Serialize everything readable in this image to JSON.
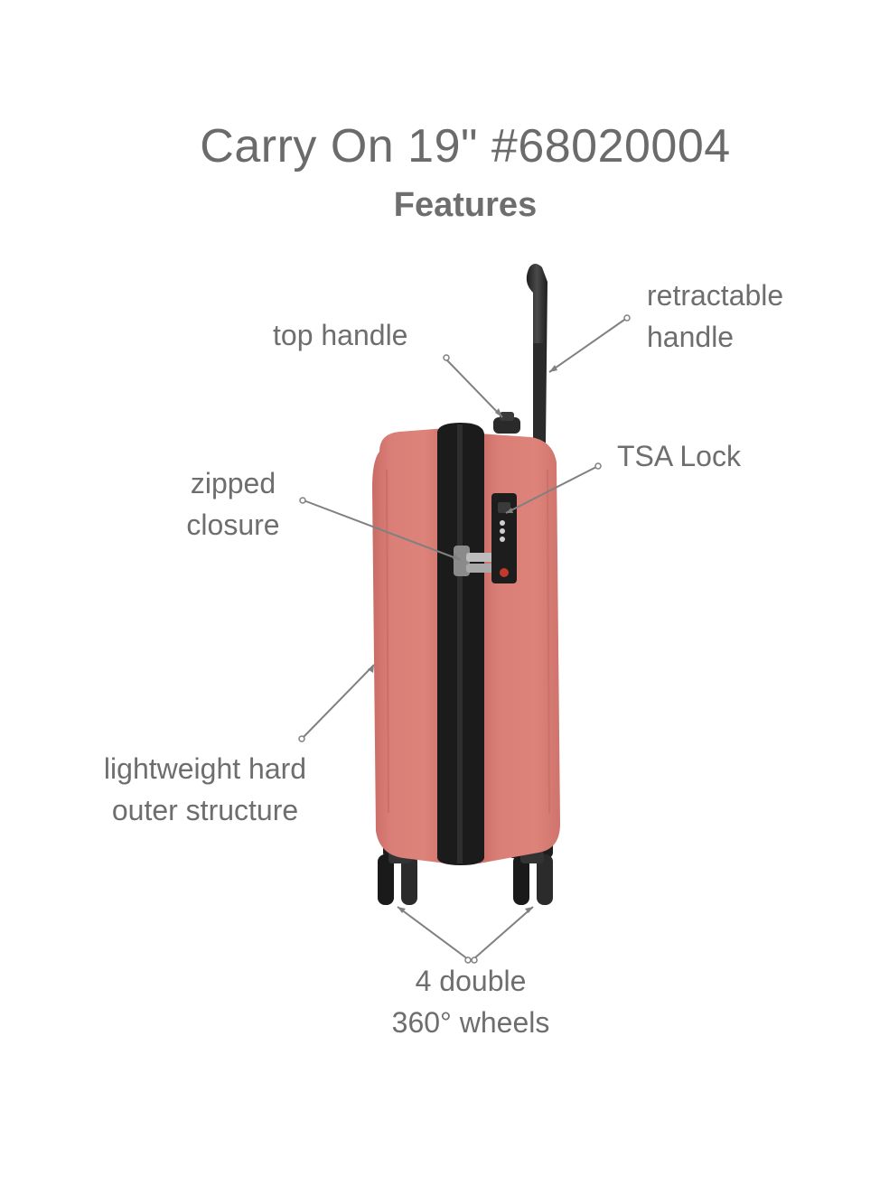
{
  "header": {
    "title": "Carry On 19\" #68020004",
    "subtitle": "Features"
  },
  "callouts": {
    "top_handle": "top handle",
    "retractable_handle": [
      "retractable",
      "handle"
    ],
    "tsa_lock": "TSA Lock",
    "zipped_closure": [
      "zipped",
      "closure"
    ],
    "hard_structure": [
      "lightweight hard",
      "outer structure"
    ],
    "wheels": [
      "4 double",
      "360° wheels"
    ]
  },
  "colors": {
    "shell": "#d97c74",
    "shell_dark": "#c96a63",
    "zipper": "#1c1c1c",
    "handle": "#2a2a2a",
    "text": "#6e6e6e",
    "leader": "#808080"
  }
}
